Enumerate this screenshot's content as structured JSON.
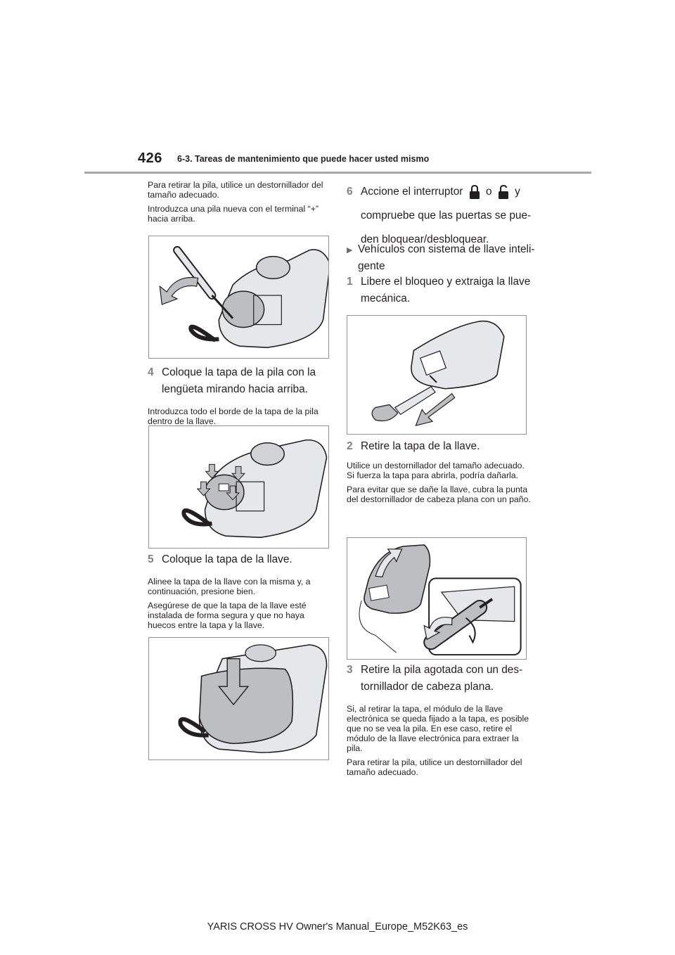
{
  "header": {
    "page_number": "426",
    "section": "6-3. Tareas de mantenimiento que puede hacer usted mismo"
  },
  "left": {
    "intro_1": "Para retirar la pila, utilice un destornillador del tamaño adecuado.",
    "intro_2": "Introduzca una pila nueva con el terminal “+” hacia arriba.",
    "step4_num": "4",
    "step4_text": "Coloque la tapa de la pila con la len­güeta mirando hacia arriba.",
    "step4_note": "Introduzca todo el borde de la tapa de la pila dentro de la llave.",
    "step5_num": "5",
    "step5_text": "Coloque la tapa de la llave.",
    "step5_note_1": "Alinee la tapa de la llave con la misma y, a continuación, presione bien.",
    "step5_note_2": "Asegúrese de que la tapa de la llave esté instalada de forma segura y que no haya huecos entre la tapa y la llave."
  },
  "right": {
    "step6_num": "6",
    "step6_pre": "Accione el interruptor",
    "step6_or": "o",
    "step6_and": "y",
    "step6_rest": "compruebe que las puertas se pue­den bloquear/desbloquear.",
    "subheading": "Vehículos con sistema de llave inteli­gente",
    "step1_num": "1",
    "step1_text": "Libere el bloqueo y extraiga la llave mecánica.",
    "step2_num": "2",
    "step2_text": "Retire la tapa de la llave.",
    "step2_note_1": "Utilice un destornillador del tamaño ade­cuado. Si fuerza la tapa para abrirla, podría dañarla.",
    "step2_note_2": "Para evitar que se dañe la llave, cubra la punta del destornillador de cabeza plana con un paño.",
    "step3_num": "3",
    "step3_text": "Retire la pila agotada con un des­tornillador de cabeza plana.",
    "step3_note_1": "Si, al retirar la tapa, el módulo de la llave electrónica se queda fijado a la tapa, es posible que no se vea la pila. En ese caso, retire el módulo de la llave electrónica para extraer la pila.",
    "step3_note_2": "Para retirar la pila, utilice un destornillador del tamaño adecuado."
  },
  "footer": {
    "text": "YARIS CROSS HV Owner's Manual_Europe_M52K63_es"
  },
  "colors": {
    "step_number": "#808285",
    "header_rule": "#a7a9ac",
    "figure_border": "#939598",
    "illustration_gray": "#bcbec0"
  },
  "icons": [
    "lock-icon",
    "unlock-icon",
    "curved-arrow-icon",
    "down-arrow-icon",
    "bullet-triangle-icon"
  ]
}
